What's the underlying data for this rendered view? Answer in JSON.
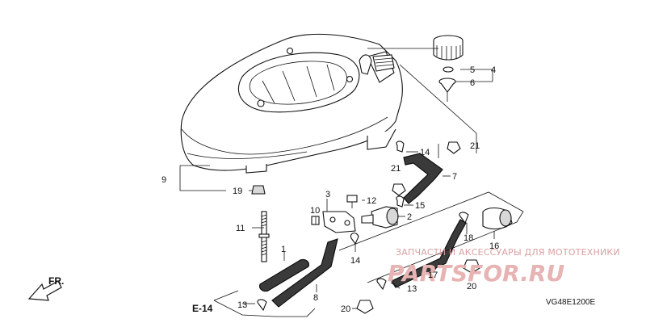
{
  "diagram": {
    "code": "VG48E1200E",
    "section_ref": "E-14",
    "direction_label": "FR.",
    "watermark": {
      "line1": "ЗАПЧАСТИ И АКСЕССУАРЫ ДЛЯ МОТОТЕХНИКИ",
      "line2": "PARTSFOR.RU"
    },
    "callouts": [
      {
        "id": "1",
        "label": "1"
      },
      {
        "id": "2",
        "label": "2"
      },
      {
        "id": "3",
        "label": "3"
      },
      {
        "id": "4",
        "label": "4"
      },
      {
        "id": "5",
        "label": "5"
      },
      {
        "id": "6",
        "label": "6"
      },
      {
        "id": "7",
        "label": "7"
      },
      {
        "id": "8",
        "label": "8"
      },
      {
        "id": "9",
        "label": "9"
      },
      {
        "id": "10",
        "label": "10"
      },
      {
        "id": "11",
        "label": "11"
      },
      {
        "id": "12",
        "label": "12"
      },
      {
        "id": "13a",
        "label": "13"
      },
      {
        "id": "13b",
        "label": "13"
      },
      {
        "id": "14a",
        "label": "14"
      },
      {
        "id": "14b",
        "label": "14"
      },
      {
        "id": "15",
        "label": "15"
      },
      {
        "id": "16",
        "label": "16"
      },
      {
        "id": "17",
        "label": "17"
      },
      {
        "id": "18",
        "label": "18"
      },
      {
        "id": "19",
        "label": "19"
      },
      {
        "id": "20a",
        "label": "20"
      },
      {
        "id": "20b",
        "label": "20"
      },
      {
        "id": "21a",
        "label": "21"
      },
      {
        "id": "21b",
        "label": "21"
      }
    ]
  }
}
